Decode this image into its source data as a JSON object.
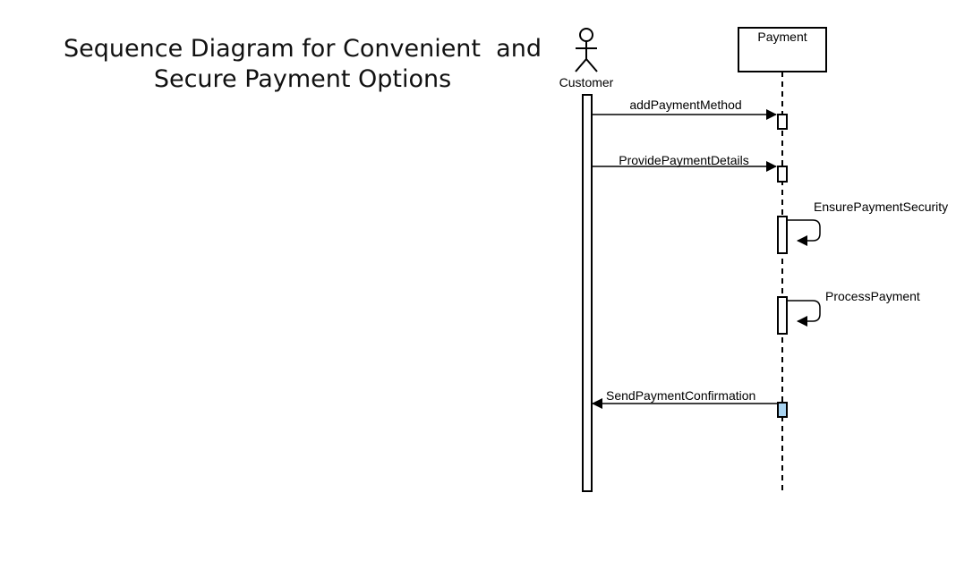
{
  "title": {
    "line1": "Sequence Diagram for Convenient  and",
    "line2": "Secure Payment Options"
  },
  "participants": {
    "customer": "Customer",
    "payment": "Payment"
  },
  "messages": {
    "m1": "addPaymentMethod",
    "m2": "ProvidePaymentDetails",
    "m3": "EnsurePaymentSecurity",
    "m4": "ProcessPayment",
    "m5": "SendPaymentConfirmation"
  },
  "colors": {
    "line": "#000000",
    "highlight_activation": "#a8d3f0",
    "background": "#ffffff"
  }
}
